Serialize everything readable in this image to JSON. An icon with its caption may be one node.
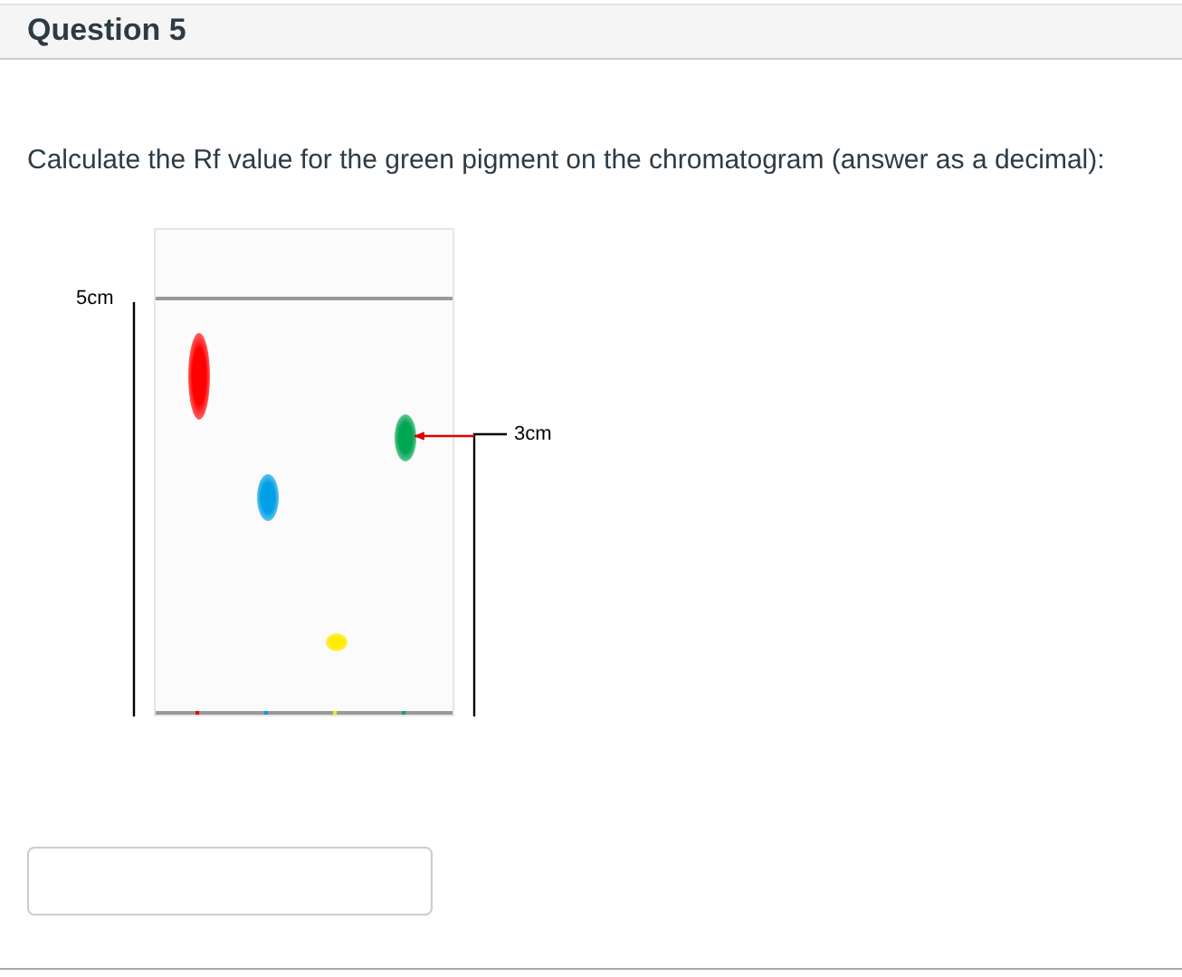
{
  "diagram": {
    "title": "Question 5",
    "nodes": [
      {
        "text": [],
        "shape": "box"
      },
      {
        "text": [],
        "shape": "circle",
        "in": 0
      },
      {
        "text": [],
        "shape": "circle",
        "in": 0
      },
      {
        "text": [],
        "shape": "circle",
        "in": 0
      },
      {
        "text": [],
        "shape": "circle",
        "in": 0
      }
    ],
    "edges": [
      {
        "from": null,
        "to": 4,
        "arrow": "to",
        "color": "#e00000"
      }
    ],
    "labels": [
      "Calculate the Rf value for the green pigment on the chromatogram (answer as a decimal):",
      "5cm",
      "3cm"
    ]
  }
}
